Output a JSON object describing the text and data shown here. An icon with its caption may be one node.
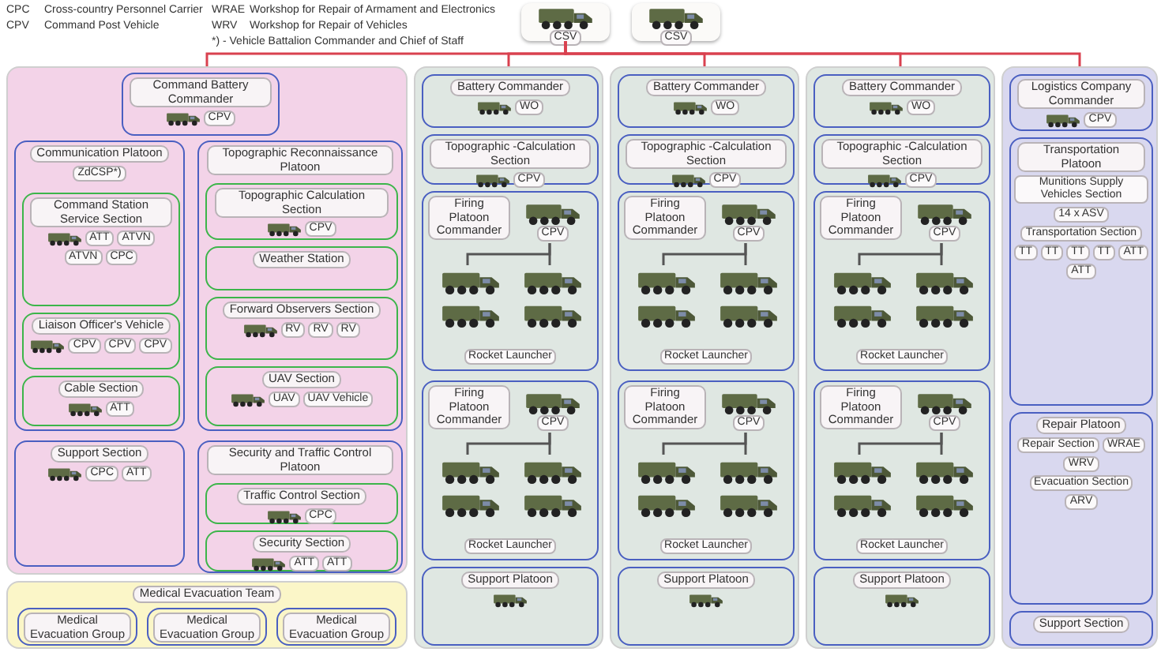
{
  "diagram": {
    "nodes": [
      {
        "text": [
          "CSV"
        ]
      },
      {
        "text": [
          "CSV"
        ]
      },
      {
        "text": [],
        "shape": "box"
      },
      {
        "text": [
          "Command Battery Commander",
          "CPV"
        ],
        "in": 2
      },
      {
        "text": [
          "Communication Platoon",
          "ZdCSP*)"
        ],
        "in": 2
      },
      {
        "text": [
          "Command Station Service Section",
          "ATT",
          "ATVN",
          "ATVN",
          "CPC"
        ],
        "in": 4
      },
      {
        "text": [
          "Liaison Officer's Vehicle",
          "CPV",
          "CPV",
          "CPV"
        ],
        "in": 4
      },
      {
        "text": [
          "Cable Section",
          "ATT"
        ],
        "in": 4
      },
      {
        "text": [
          "Topographic Reconnaissance Platoon"
        ],
        "in": 2
      },
      {
        "text": [
          "Topographic Calculation Section",
          "CPV"
        ],
        "in": 8
      },
      {
        "text": [
          "Weather Station"
        ],
        "in": 8
      },
      {
        "text": [
          "Forward Observers Section",
          "RV",
          "RV",
          "RV"
        ],
        "in": 8
      },
      {
        "text": [
          "UAV Section",
          "UAV",
          "UAV Vehicle"
        ],
        "in": 8
      },
      {
        "text": [
          "Support Section",
          "CPC",
          "ATT"
        ],
        "in": 2
      },
      {
        "text": [
          "Security and Traffic Control Platoon"
        ],
        "in": 2
      },
      {
        "text": [
          "Traffic Control Section",
          "CPC"
        ],
        "in": 14
      },
      {
        "text": [
          "Security Section",
          "ATT",
          "ATT"
        ],
        "in": 14
      },
      {
        "text": [],
        "shape": "box"
      },
      {
        "text": [
          "Battery Commander",
          "WO"
        ],
        "in": 17
      },
      {
        "text": [
          "Topographic -Calculation Section",
          "CPV"
        ],
        "in": 17
      },
      {
        "text": [
          "Firing Platoon Commander",
          "Rocket Launcher"
        ],
        "in": 17
      },
      {
        "text": [
          "CPV"
        ],
        "in": 20
      },
      {
        "text": [],
        "shape": "picture",
        "in": 20
      },
      {
        "text": [],
        "shape": "picture",
        "in": 20
      },
      {
        "text": [],
        "shape": "picture",
        "in": 20
      },
      {
        "text": [],
        "shape": "picture",
        "in": 20
      },
      {
        "text": [
          "Firing Platoon Commander",
          "Rocket Launcher"
        ],
        "in": 17
      },
      {
        "text": [
          "CPV"
        ],
        "in": 26
      },
      {
        "text": [],
        "shape": "picture",
        "in": 26
      },
      {
        "text": [],
        "shape": "picture",
        "in": 26
      },
      {
        "text": [],
        "shape": "picture",
        "in": 26
      },
      {
        "text": [],
        "shape": "picture",
        "in": 26
      },
      {
        "text": [
          "Support Platoon"
        ],
        "in": 17
      },
      {
        "text": [],
        "shape": "box"
      },
      {
        "text": [
          "Battery Commander",
          "WO"
        ],
        "in": 33
      },
      {
        "text": [
          "Topographic -Calculation Section",
          "CPV"
        ],
        "in": 33
      },
      {
        "text": [
          "Firing Platoon Commander",
          "Rocket Launcher"
        ],
        "in": 33
      },
      {
        "text": [
          "CPV"
        ],
        "in": 36
      },
      {
        "text": [],
        "shape": "picture",
        "in": 36
      },
      {
        "text": [],
        "shape": "picture",
        "in": 36
      },
      {
        "text": [],
        "shape": "picture",
        "in": 36
      },
      {
        "text": [],
        "shape": "picture",
        "in": 36
      },
      {
        "text": [
          "Firing Platoon Commander",
          "Rocket Launcher"
        ],
        "in": 33
      },
      {
        "text": [
          "CPV"
        ],
        "in": 42
      },
      {
        "text": [],
        "shape": "picture",
        "in": 42
      },
      {
        "text": [],
        "shape": "picture",
        "in": 42
      },
      {
        "text": [],
        "shape": "picture",
        "in": 42
      },
      {
        "text": [],
        "shape": "picture",
        "in": 42
      },
      {
        "text": [
          "Support Platoon"
        ],
        "in": 33
      },
      {
        "text": [],
        "shape": "box"
      },
      {
        "text": [
          "Battery Commander",
          "WO"
        ],
        "in": 49
      },
      {
        "text": [
          "Topographic -Calculation Section",
          "CPV"
        ],
        "in": 49
      },
      {
        "text": [
          "Firing Platoon Commander",
          "Rocket Launcher"
        ],
        "in": 49
      },
      {
        "text": [
          "CPV"
        ],
        "in": 52
      },
      {
        "text": [],
        "shape": "picture",
        "in": 52
      },
      {
        "text": [],
        "shape": "picture",
        "in": 52
      },
      {
        "text": [],
        "shape": "picture",
        "in": 52
      },
      {
        "text": [],
        "shape": "picture",
        "in": 52
      },
      {
        "text": [
          "Firing Platoon Commander",
          "Rocket Launcher"
        ],
        "in": 49
      },
      {
        "text": [
          "CPV"
        ],
        "in": 58
      },
      {
        "text": [],
        "shape": "picture",
        "in": 58
      },
      {
        "text": [],
        "shape": "picture",
        "in": 58
      },
      {
        "text": [],
        "shape": "picture",
        "in": 58
      },
      {
        "text": [],
        "shape": "picture",
        "in": 58
      },
      {
        "text": [
          "Support Platoon"
        ],
        "in": 49
      },
      {
        "text": [],
        "shape": "box"
      },
      {
        "text": [
          "Logistics Company Commander",
          "CPV"
        ],
        "in": 65
      },
      {
        "text": [
          "Transportation Platoon",
          "Munitions Supply Vehicles Section",
          "14 x ASV",
          "Transportation Section",
          "TT",
          "TT",
          "TT",
          "TT",
          "ATT",
          "ATT"
        ],
        "in": 65
      },
      {
        "text": [
          "Repair Platoon",
          "Repair Section",
          "WRAE",
          "WRV",
          "Evacuation Section",
          "ARV"
        ],
        "in": 65
      },
      {
        "text": [
          "Support Section"
        ],
        "in": 65
      },
      {
        "text": [
          "Medical Evacuation Team"
        ]
      },
      {
        "text": [
          "Medical Evacuation Group"
        ],
        "in": 70
      },
      {
        "text": [
          "Medical Evacuation Group"
        ],
        "in": 70
      },
      {
        "text": [
          "Medical Evacuation Group"
        ],
        "in": 70
      }
    ],
    "edges": [
      {
        "from": 0,
        "to": 2,
        "arrow": "none",
        "color": "#d9414f"
      },
      {
        "from": 0,
        "to": 17,
        "arrow": "none",
        "color": "#d9414f"
      },
      {
        "from": 0,
        "to": 33,
        "arrow": "none",
        "color": "#d9414f"
      },
      {
        "from": 0,
        "to": 49,
        "arrow": "none",
        "color": "#d9414f"
      },
      {
        "from": 0,
        "to": 65,
        "arrow": "none",
        "color": "#d9414f"
      },
      {
        "from": 21,
        "to": 22,
        "arrow": "none"
      },
      {
        "from": 21,
        "to": 23,
        "arrow": "none"
      },
      {
        "from": 27,
        "to": 28,
        "arrow": "none"
      },
      {
        "from": 27,
        "to": 29,
        "arrow": "none"
      },
      {
        "from": 37,
        "to": 38,
        "arrow": "none"
      },
      {
        "from": 37,
        "to": 39,
        "arrow": "none"
      },
      {
        "from": 43,
        "to": 44,
        "arrow": "none"
      },
      {
        "from": 43,
        "to": 45,
        "arrow": "none"
      },
      {
        "from": 53,
        "to": 54,
        "arrow": "none"
      },
      {
        "from": 53,
        "to": 55,
        "arrow": "none"
      },
      {
        "from": 59,
        "to": 60,
        "arrow": "none"
      },
      {
        "from": 59,
        "to": 61,
        "arrow": "none"
      }
    ],
    "labels": [
      "CPC",
      "Cross-country Personnel Carrier",
      "WRAE",
      "Workshop for Repair of Armament and Electronics",
      "CPV",
      "Command Post Vehicle",
      "WRV",
      "Workshop for Repair of Vehicles",
      "*) - Vehicle Battalion Commander and Chief of Staff"
    ]
  }
}
